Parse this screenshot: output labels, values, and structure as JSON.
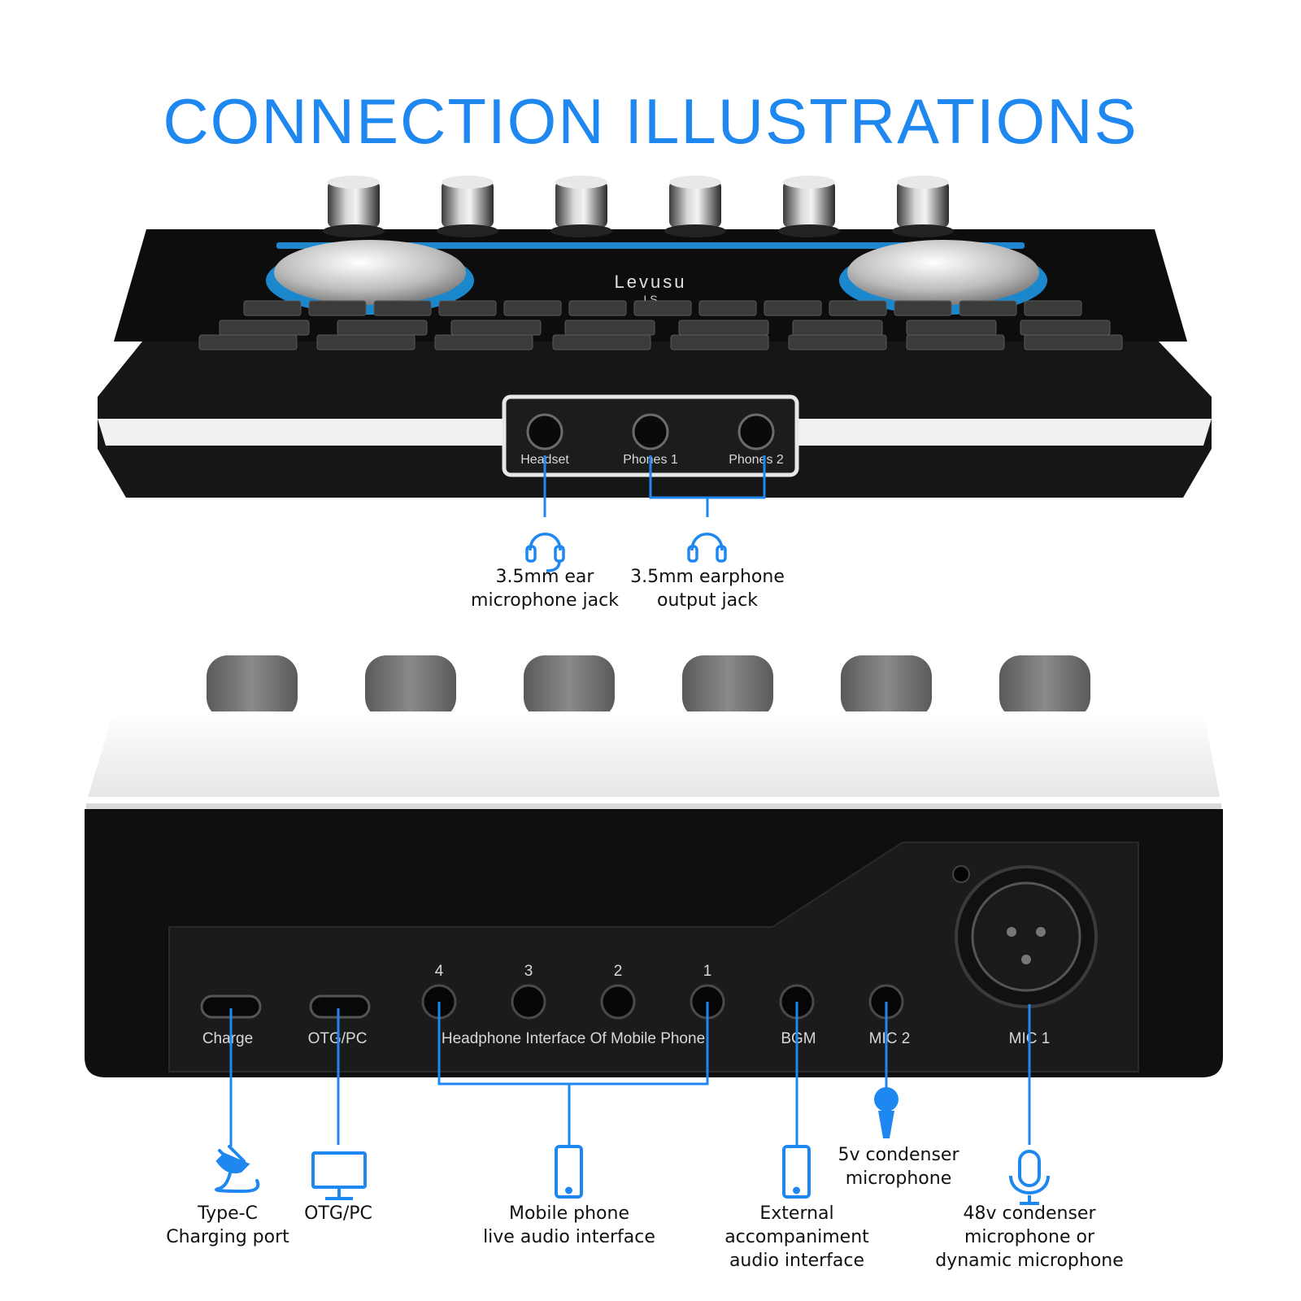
{
  "title": "CONNECTION ILLUSTRATIONS",
  "accent_color": "#1e88f0",
  "top_device": {
    "brand": "Levusu",
    "model": "LS",
    "ports": [
      "Headset",
      "Phones 1",
      "Phones 2"
    ],
    "callouts": [
      {
        "icon": "headset-mic-icon",
        "lines": [
          "3.5mm ear",
          "microphone jack"
        ]
      },
      {
        "icon": "headphones-icon",
        "lines": [
          "3.5mm earphone",
          "output jack"
        ]
      }
    ]
  },
  "bottom_device": {
    "channel_numbers": [
      "4",
      "3",
      "2",
      "1"
    ],
    "labels": {
      "charge": "Charge",
      "otg": "OTG/PC",
      "headphone_interface": "Headphone Interface Of Mobile Phone",
      "bgm": "BGM",
      "mic2": "MIC 2",
      "mic1": "MIC 1"
    },
    "callouts": [
      {
        "icon": "plug-icon",
        "lines": [
          "Type-C",
          "Charging port"
        ]
      },
      {
        "icon": "monitor-icon",
        "lines": [
          "OTG/PC"
        ]
      },
      {
        "icon": "phone-icon",
        "lines": [
          "Mobile phone",
          "live audio interface"
        ]
      },
      {
        "icon": "phone-icon",
        "lines": [
          "External",
          "accompaniment",
          "audio interface"
        ]
      },
      {
        "icon": "handheld-mic-icon",
        "lines": [
          "5v condenser",
          "microphone"
        ]
      },
      {
        "icon": "condenser-mic-icon",
        "lines": [
          "48v condenser",
          "microphone or",
          "dynamic microphone"
        ]
      }
    ]
  }
}
